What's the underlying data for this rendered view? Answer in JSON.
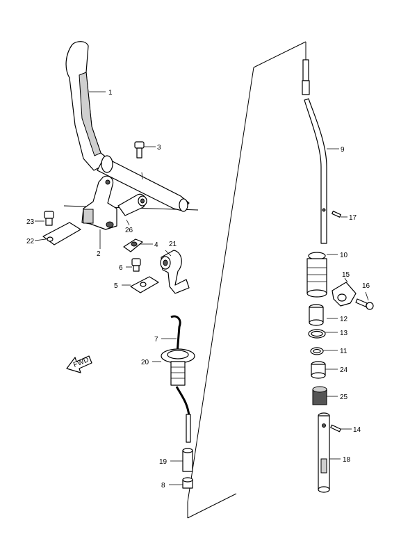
{
  "diagram": {
    "callouts": [
      "1",
      "2",
      "3",
      "4",
      "5",
      "6",
      "7",
      "8",
      "9",
      "10",
      "11",
      "12",
      "13",
      "14",
      "15",
      "16",
      "17",
      "18",
      "19",
      "20",
      "21",
      "22",
      "23",
      "24",
      "25",
      "26"
    ],
    "direction_arrow_label": "FWD"
  },
  "icons": {
    "forward_arrow": "arrow-icon"
  }
}
